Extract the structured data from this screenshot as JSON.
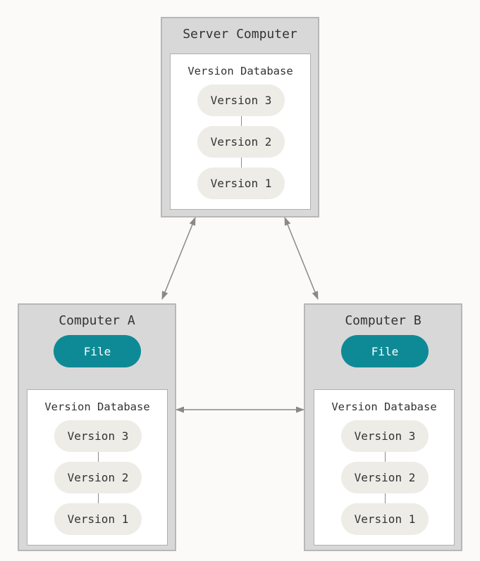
{
  "server": {
    "title": "Server Computer",
    "database": {
      "title": "Version Database",
      "versions": [
        "Version 3",
        "Version 2",
        "Version 1"
      ]
    }
  },
  "computer_a": {
    "title": "Computer A",
    "file_label": "File",
    "database": {
      "title": "Version Database",
      "versions": [
        "Version 3",
        "Version 2",
        "Version 1"
      ]
    }
  },
  "computer_b": {
    "title": "Computer B",
    "file_label": "File",
    "database": {
      "title": "Version Database",
      "versions": [
        "Version 3",
        "Version 2",
        "Version 1"
      ]
    }
  },
  "colors": {
    "background": "#fbfaf8",
    "computer_box": "#d8d8d8",
    "version_pill": "#edece6",
    "file_pill": "#0e8a96",
    "arrow": "#8c8883"
  }
}
